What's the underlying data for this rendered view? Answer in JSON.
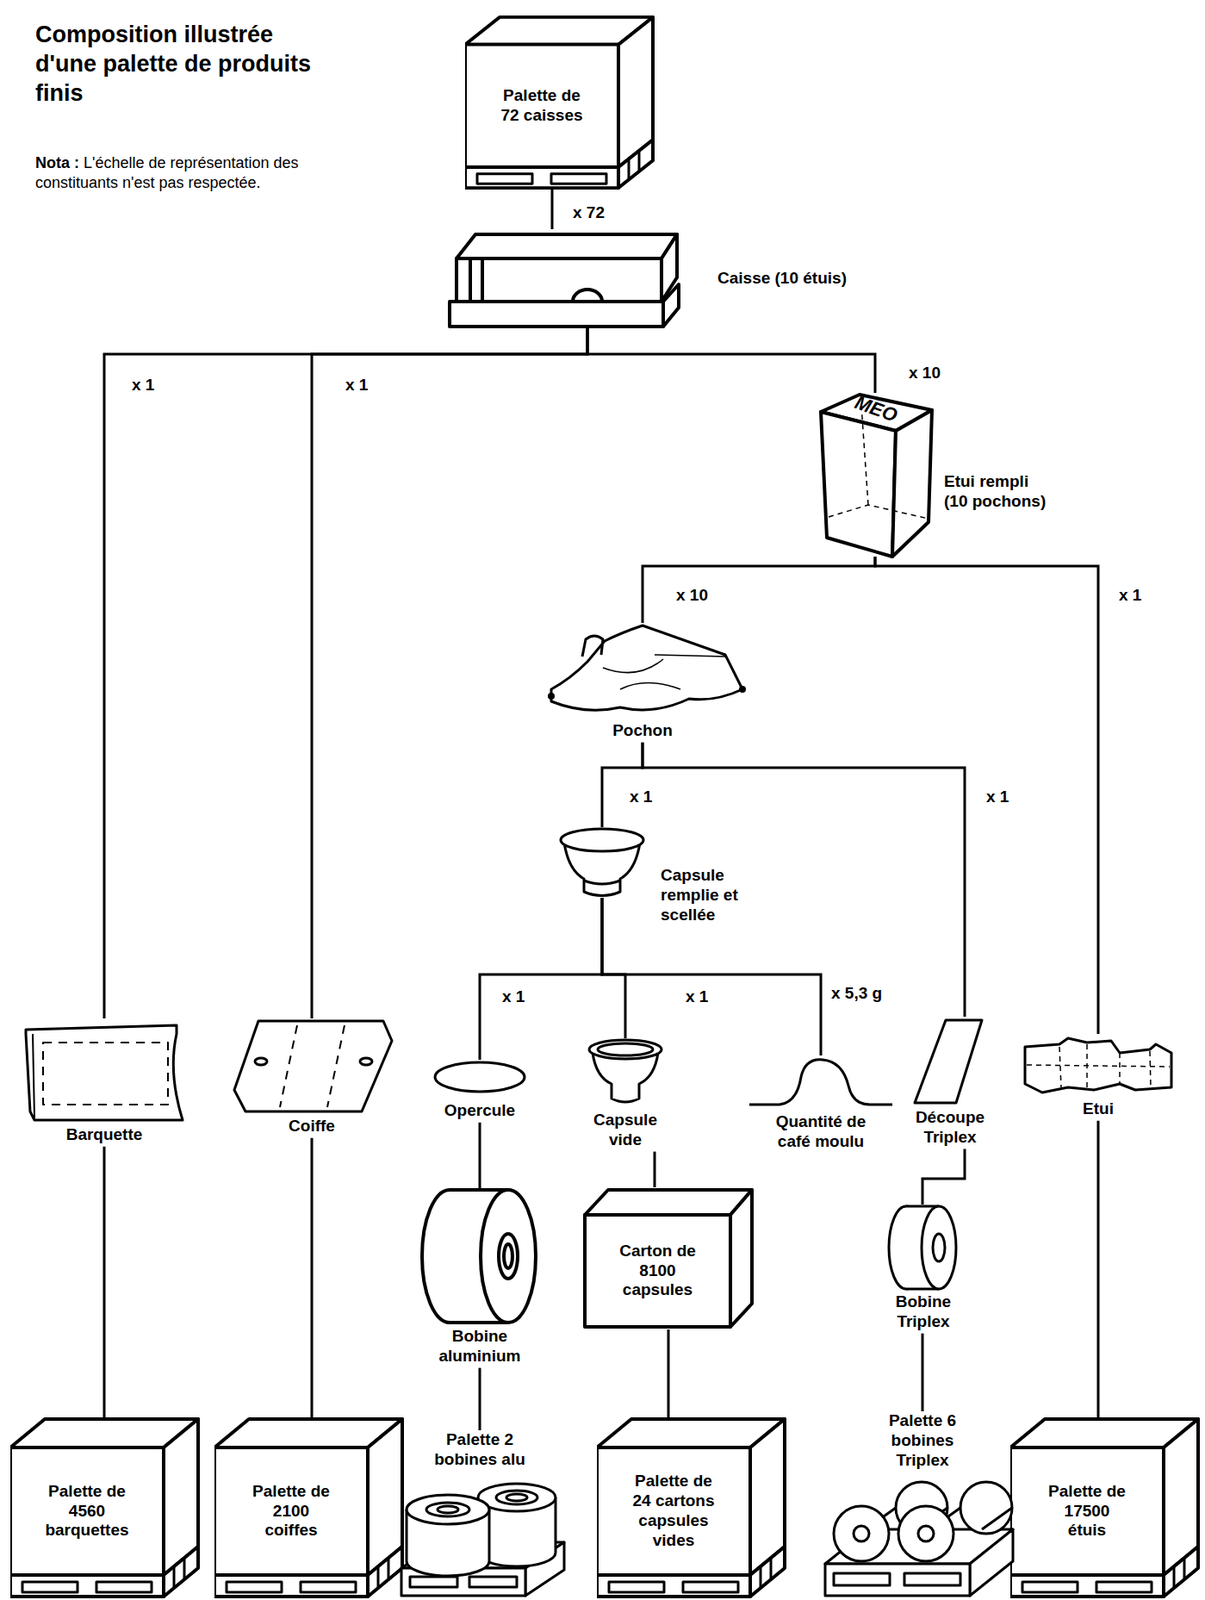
{
  "diagram": {
    "title": "Composition illustrée d'une palette de produits finis",
    "nodes": [
      {
        "text": [
          "Palette de 72 caisses"
        ]
      },
      {
        "text": [
          "Caisse (10 étuis)"
        ]
      },
      {
        "text": [
          "Etui rempli (10 pochons)"
        ]
      },
      {
        "text": [
          "Pochon"
        ]
      },
      {
        "text": [
          "Capsule remplie et scellée"
        ]
      },
      {
        "text": [
          "Barquette"
        ]
      },
      {
        "text": [
          "Coiffe"
        ]
      },
      {
        "text": [
          "Opercule"
        ]
      },
      {
        "text": [
          "Capsule vide"
        ]
      },
      {
        "text": [
          "Quantité de café moulu"
        ]
      },
      {
        "text": [
          "Découpe Triplex"
        ]
      },
      {
        "text": [
          "Etui"
        ]
      },
      {
        "text": [
          "Bobine aluminium"
        ]
      },
      {
        "text": [
          "Carton de 8100 capsules"
        ]
      },
      {
        "text": [
          "Bobine Triplex"
        ]
      },
      {
        "text": [
          "Palette de 4560 barquettes"
        ]
      },
      {
        "text": [
          "Palette de 2100 coiffes"
        ]
      },
      {
        "text": [
          "Palette 2 bobines alu"
        ]
      },
      {
        "text": [
          "Palette de 24 cartons capsules vides"
        ]
      },
      {
        "text": [
          "Palette 6 bobines Triplex"
        ]
      },
      {
        "text": [
          "Palette de 17500 étuis"
        ]
      }
    ],
    "edges": [
      {
        "from": 0,
        "to": 1,
        "label": "x 72",
        "arrow": "none"
      },
      {
        "from": 1,
        "to": 5,
        "label": "x 1",
        "arrow": "none"
      },
      {
        "from": 1,
        "to": 6,
        "label": "x 1",
        "arrow": "none"
      },
      {
        "from": 1,
        "to": 2,
        "label": "x 10",
        "arrow": "none"
      },
      {
        "from": 2,
        "to": 3,
        "label": "x 10",
        "arrow": "none"
      },
      {
        "from": 2,
        "to": 11,
        "label": "x 1",
        "arrow": "none"
      },
      {
        "from": 3,
        "to": 4,
        "label": "x 1",
        "arrow": "none"
      },
      {
        "from": 3,
        "to": 10,
        "label": "x 1",
        "arrow": "none"
      },
      {
        "from": 4,
        "to": 7,
        "label": "x 1",
        "arrow": "none"
      },
      {
        "from": 4,
        "to": 8,
        "label": "x 1",
        "arrow": "none"
      },
      {
        "from": 4,
        "to": 9,
        "label": "x 5,3 g",
        "arrow": "none"
      },
      {
        "from": 10,
        "to": 14,
        "arrow": "none"
      },
      {
        "from": 11,
        "to": 20,
        "arrow": "none"
      },
      {
        "from": 5,
        "to": 15,
        "arrow": "none"
      },
      {
        "from": 6,
        "to": 16,
        "arrow": "none"
      },
      {
        "from": 7,
        "to": 12,
        "arrow": "none"
      },
      {
        "from": 12,
        "to": 17,
        "arrow": "none"
      },
      {
        "from": 8,
        "to": 13,
        "arrow": "none"
      },
      {
        "from": 13,
        "to": 18,
        "arrow": "none"
      },
      {
        "from": 14,
        "to": 19,
        "arrow": "none"
      }
    ],
    "labels": [
      "Nota :",
      "L'échelle de représentation des constituants n'est pas respectée.",
      "MEO"
    ]
  }
}
